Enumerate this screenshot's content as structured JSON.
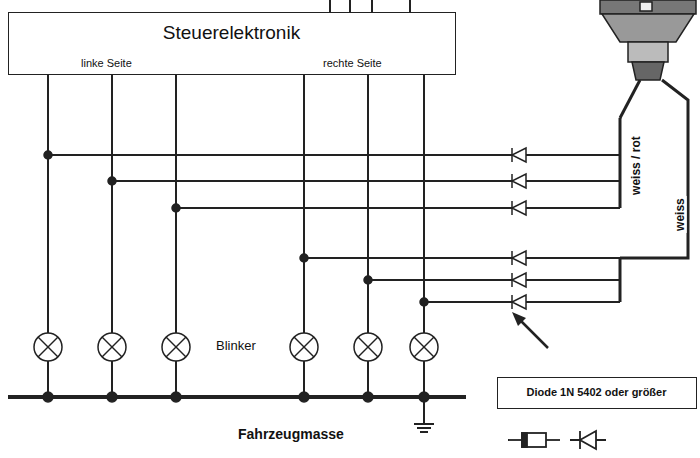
{
  "diagram": {
    "nodes": [
      {
        "text": [
          "Steuerelektronik",
          "linke Seite",
          "rechte Seite"
        ]
      },
      {
        "text": [
          "Diode 1N 5402 oder größer"
        ]
      }
    ],
    "labels": [
      "weiss / rot",
      "weiss",
      "Blinker",
      "Fahrzeugmasse"
    ]
  }
}
